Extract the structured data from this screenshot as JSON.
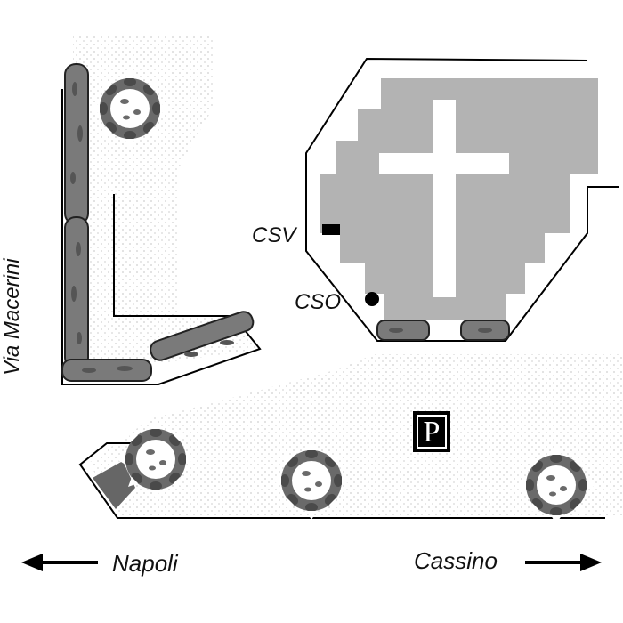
{
  "map": {
    "street_label": "Via Macerini",
    "markers": {
      "csv": {
        "label": "CSV",
        "symbol": "square-icon"
      },
      "cso": {
        "label": "CSO",
        "symbol": "dot-icon"
      }
    },
    "parking_symbol": "P",
    "directions": {
      "left": {
        "label": "Napoli",
        "arrow": "arrow-left-icon"
      },
      "right": {
        "label": "Cassino",
        "arrow": "arrow-right-icon"
      }
    }
  },
  "colors": {
    "church_fill": "#b3b3b3",
    "cross": "#ffffff",
    "wall_stone": "#7a7a7a",
    "hedge": "#5c5c5c",
    "parking_bg": "#000000",
    "ramp": "#666666",
    "dotted_area": "#e6e6e6"
  }
}
